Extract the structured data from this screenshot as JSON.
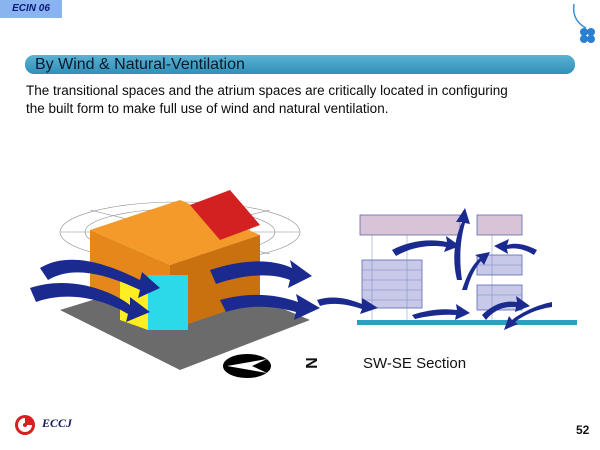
{
  "header": {
    "tag": "ECIN 06"
  },
  "slide": {
    "title": "By Wind & Natural-Ventilation",
    "body_line1": "The transitional spaces and the atrium spaces are critically located in configuring",
    "body_line2": "the built form  to make full use of wind and natural ventilation."
  },
  "figure": {
    "north_symbol": "N",
    "section_label": "SW-SE Section"
  },
  "footer": {
    "org": "ECCJ",
    "page_number": "52"
  },
  "colors": {
    "tag_bg": "#8ab4ef",
    "title_bar": "#3b9ec4",
    "arrow_blue": "#1b2a8f",
    "building_orange": "#f39a2a"
  }
}
